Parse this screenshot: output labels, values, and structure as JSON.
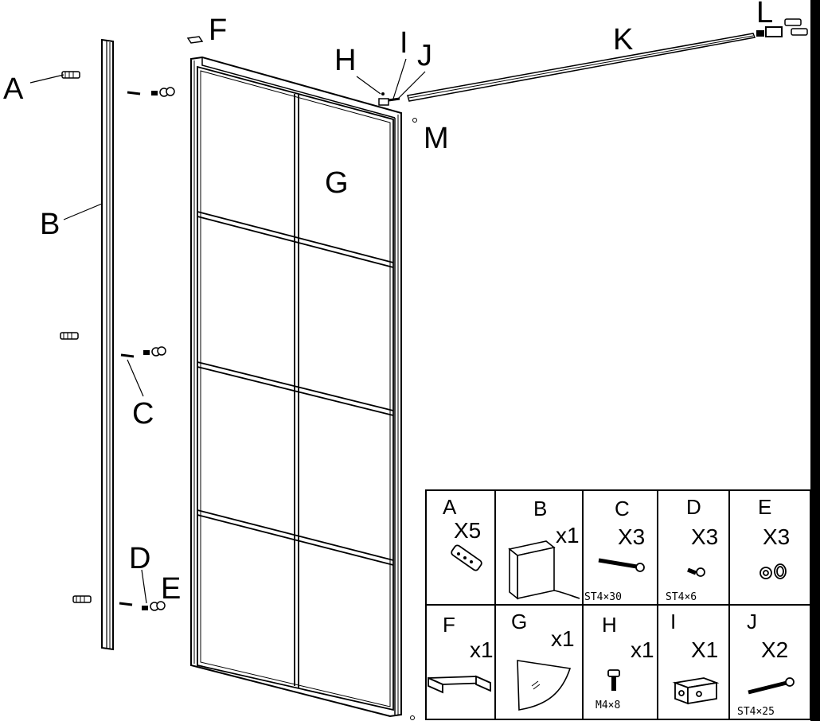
{
  "callouts": {
    "A": "A",
    "B": "B",
    "C": "C",
    "D": "D",
    "E": "E",
    "F": "F",
    "G": "G",
    "H": "H",
    "I": "I",
    "J": "J",
    "K": "K",
    "L": "L",
    "M": "M"
  },
  "parts_table": {
    "rows": [
      [
        {
          "letter": "A",
          "qty": "X5",
          "spec": "",
          "icon": "wall-plug-icon"
        },
        {
          "letter": "B",
          "qty": "x1",
          "spec": "",
          "icon": "wall-profile-icon"
        },
        {
          "letter": "C",
          "qty": "X3",
          "spec": "ST4×30",
          "icon": "long-screw-icon"
        },
        {
          "letter": "D",
          "qty": "X3",
          "spec": "ST4×6",
          "icon": "short-screw-icon"
        },
        {
          "letter": "E",
          "qty": "X3",
          "spec": "",
          "icon": "cap-icon"
        }
      ],
      [
        {
          "letter": "F",
          "qty": "x1",
          "spec": "",
          "icon": "clip-icon"
        },
        {
          "letter": "G",
          "qty": "x1",
          "spec": "",
          "icon": "glass-panel-icon"
        },
        {
          "letter": "H",
          "qty": "x1",
          "spec": "M4×8",
          "icon": "bolt-icon"
        },
        {
          "letter": "I",
          "qty": "X1",
          "spec": "",
          "icon": "connector-block-icon"
        },
        {
          "letter": "J",
          "qty": "X2",
          "spec": "ST4×25",
          "icon": "self-tapping-screw-icon"
        }
      ]
    ]
  }
}
